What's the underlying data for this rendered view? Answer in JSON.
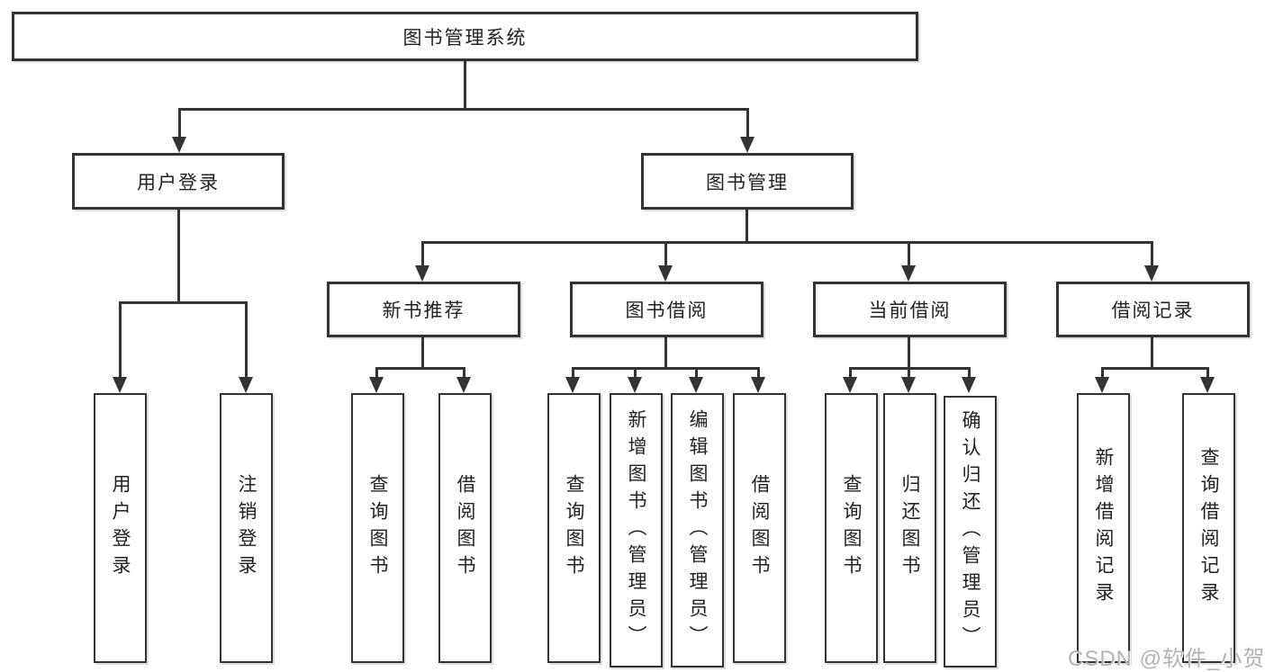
{
  "colors": {
    "background": "#ffffff",
    "line": "#333333",
    "text": "#222222",
    "watermark": "#b3b3b3"
  },
  "tree": {
    "root": {
      "label": "图书管理系统",
      "children": [
        {
          "label": "用户登录",
          "children": [
            {
              "label": "用户登录"
            },
            {
              "label": "注销登录"
            }
          ]
        },
        {
          "label": "图书管理",
          "children": [
            {
              "label": "新书推荐",
              "children": [
                {
                  "label": "查询图书"
                },
                {
                  "label": "借阅图书"
                }
              ]
            },
            {
              "label": "图书借阅",
              "children": [
                {
                  "label": "查询图书"
                },
                {
                  "label": "新增图书（管理员）"
                },
                {
                  "label": "编辑图书（管理员）"
                },
                {
                  "label": "借阅图书"
                }
              ]
            },
            {
              "label": "当前借阅",
              "children": [
                {
                  "label": "查询图书"
                },
                {
                  "label": "归还图书"
                },
                {
                  "label": "确认归还（管理员）"
                }
              ]
            },
            {
              "label": "借阅记录",
              "children": [
                {
                  "label": "新增借阅记录"
                },
                {
                  "label": "查询借阅记录"
                }
              ]
            }
          ]
        }
      ]
    }
  },
  "watermark": {
    "text": "CSDN @软件_小贺同学"
  }
}
